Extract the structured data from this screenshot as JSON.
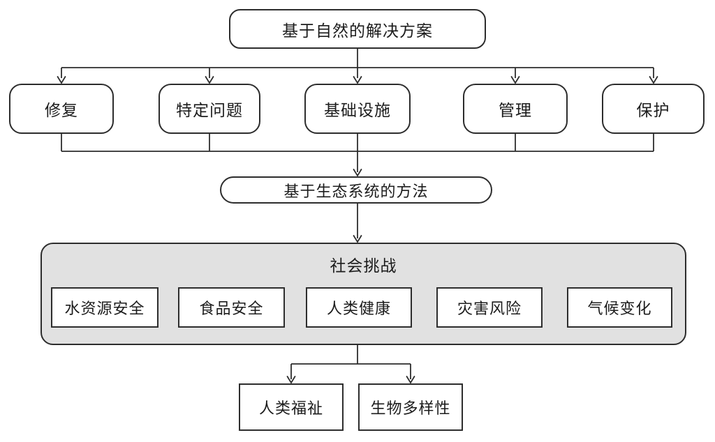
{
  "diagram": {
    "root": {
      "label": "基于自然的解决方案"
    },
    "approaches": [
      {
        "label": "修复"
      },
      {
        "label": "特定问题"
      },
      {
        "label": "基础设施"
      },
      {
        "label": "管理"
      },
      {
        "label": "保护"
      }
    ],
    "method": {
      "label": "基于生态系统的方法"
    },
    "challenges_panel": {
      "title": "社会挑战",
      "items": [
        {
          "label": "水资源安全"
        },
        {
          "label": "食品安全"
        },
        {
          "label": "人类健康"
        },
        {
          "label": "灾害风险"
        },
        {
          "label": "气候变化"
        }
      ]
    },
    "outcomes": [
      {
        "label": "人类福祉"
      },
      {
        "label": "生物多样性"
      }
    ],
    "colors": {
      "line": "#2d2d2d",
      "panel_fill": "#e1e1e1",
      "box_fill": "#ffffff",
      "text": "#1c1c1c"
    }
  }
}
